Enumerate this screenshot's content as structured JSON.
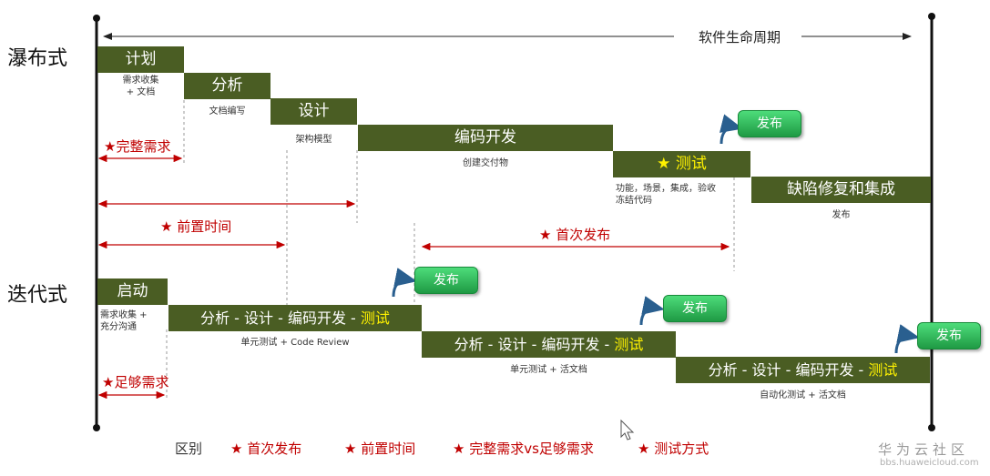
{
  "lifecycle_label": "软件生命周期",
  "waterfall": {
    "title": "瀑布式",
    "phases": [
      {
        "label": "计划",
        "note": "需求收集\n+ 文档"
      },
      {
        "label": "分析",
        "note": "文档编写"
      },
      {
        "label": "设计",
        "note": "架构模型"
      },
      {
        "label": "编码开发",
        "note": "创建交付物"
      },
      {
        "star": "★",
        "label": "测试",
        "note": "功能，场景，集成，验收\n冻结代码"
      },
      {
        "label": "缺陷修复和集成",
        "note": "发布"
      }
    ],
    "release": "发布",
    "complete_req": "★完整需求",
    "lead_time": "★ 前置时间",
    "first_release": "★ 首次发布"
  },
  "iterative": {
    "title": "迭代式",
    "start": {
      "label": "启动",
      "note": "需求收集 +\n充分沟通"
    },
    "iterations": [
      {
        "label": "分析 - 设计 - 编码开发 - ",
        "test": "测试",
        "note": "单元测试 + Code Review",
        "release": "发布"
      },
      {
        "label": "分析 - 设计 - 编码开发 - ",
        "test": "测试",
        "note": "单元测试 + 活文档",
        "release": "发布"
      },
      {
        "label": "分析 - 设计 - 编码开发 - ",
        "test": "测试",
        "note": "自动化测试 + 活文档",
        "release": "发布"
      }
    ],
    "enough_req": "★足够需求"
  },
  "legend": {
    "label": "区别",
    "items": [
      "★ 首次发布",
      "★ 前置时间",
      "★ 完整需求vs足够需求",
      "★ 测试方式"
    ]
  },
  "watermark": {
    "title": "华为云社区",
    "url": "bbs.huaweicloud.com"
  }
}
